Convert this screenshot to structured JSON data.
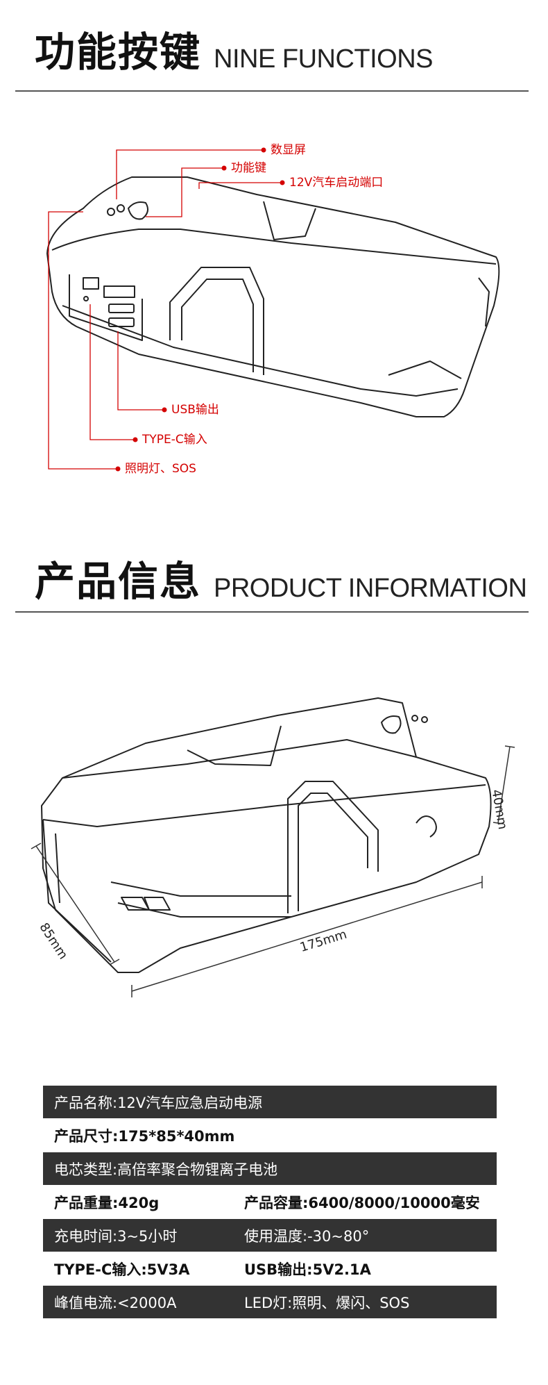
{
  "functions": {
    "title_cn": "功能按键",
    "title_en": "NINE FUNCTIONS",
    "callouts": {
      "display": "数显屏",
      "function_key": "功能键",
      "port_12v": "12V汽车启动端口",
      "usb_out": "USB输出",
      "typec_in": "TYPE-C输入",
      "light_sos": "照明灯、SOS"
    }
  },
  "product_info": {
    "title_cn": "产品信息",
    "title_en": "PRODUCT INFORMATION",
    "dimensions": {
      "height": "40mm",
      "width": "85mm",
      "length": "175mm"
    }
  },
  "specs": {
    "name": "产品名称:12V汽车应急启动电源",
    "size": "产品尺寸:175*85*40mm",
    "cell_type": "电芯类型:高倍率聚合物锂离子电池",
    "weight": "产品重量:420g",
    "capacity": "产品容量:6400/8000/10000毫安",
    "charge_time": "充电时间:3~5小时",
    "temperature": "使用温度:-30~80°",
    "typec_input": "TYPE-C输入:5V3A",
    "usb_output": "USB输出:5V2.1A",
    "peak_current": "峰值电流:<2000A",
    "led": "LED灯:照明、爆闪、SOS"
  },
  "colors": {
    "callout_red": "#d40000",
    "row_dark": "#333333"
  }
}
